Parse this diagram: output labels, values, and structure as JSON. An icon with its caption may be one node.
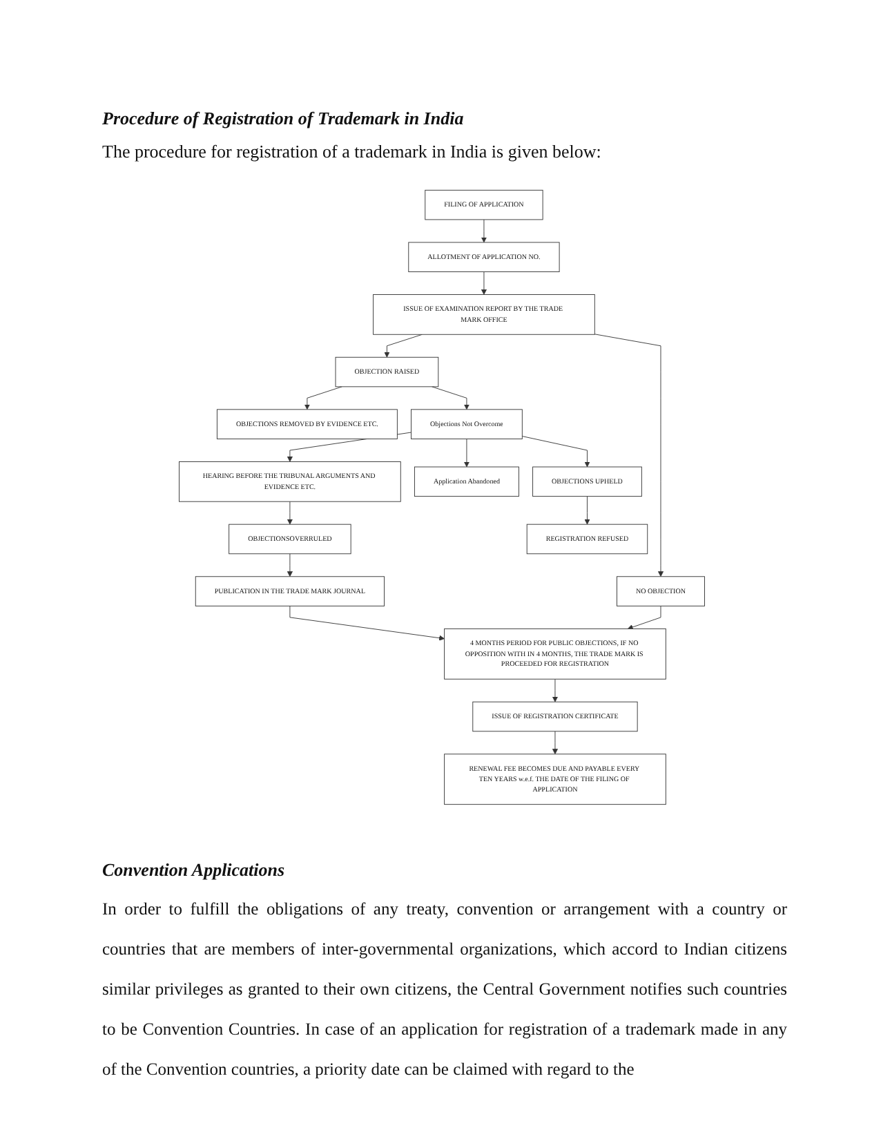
{
  "diagram": {
    "title": "Procedure of Registration of Trademark in India",
    "nodes": [
      {
        "text": [
          "FILING OF APPLICATION"
        ]
      },
      {
        "text": [
          "ALLOTMENT OF APPLICATION NO."
        ]
      },
      {
        "text": [
          "ISSUE OF EXAMINATION REPORT BY THE TRADE MARK OFFICE"
        ]
      },
      {
        "text": [
          "OBJECTION RAISED"
        ]
      },
      {
        "text": [
          "OBJECTIONS REMOVED BY EVIDENCE ETC."
        ]
      },
      {
        "text": [
          "NO OBJECTION"
        ]
      },
      {
        "text": [
          "HEARING BEFORE THE TRIBUNAL ARGUMENTS AND EVIDENCE ETC."
        ]
      },
      {
        "text": [
          "Objections Not Overcome"
        ]
      },
      {
        "text": [
          "Application Abandoned"
        ]
      },
      {
        "text": [
          "OBJECTIONSOVERRULED"
        ]
      },
      {
        "text": [
          "OBJECTIONS UPHELD"
        ]
      },
      {
        "text": [
          "PUBLICATION IN THE TRADE MARK JOURNAL"
        ]
      },
      {
        "text": [
          "REGISTRATION REFUSED"
        ]
      },
      {
        "text": [
          "4 MONTHS PERIOD FOR PUBLIC OBJECTIONS, IF NO OPPOSITION WITH IN 4 MONTHS, THE TRADE MARK IS PROCEEDED FOR REGISTRATION"
        ]
      },
      {
        "text": [
          "ISSUE OF REGISTRATION CERTIFICATE"
        ]
      },
      {
        "text": [
          "RENEWAL FEE BECOMES DUE AND PAYABLE EVERY TEN YEARS w.e.f. THE DATE OF THE FILING OF APPLICATION"
        ]
      }
    ],
    "edges": [
      {
        "from": 0,
        "to": 1,
        "arrow": "to"
      },
      {
        "from": 1,
        "to": 2,
        "arrow": "to"
      },
      {
        "from": 2,
        "to": 3,
        "arrow": "to"
      },
      {
        "from": 2,
        "to": 5,
        "arrow": "to"
      },
      {
        "from": 3,
        "to": 4,
        "arrow": "to"
      },
      {
        "from": 3,
        "to": 7,
        "arrow": "to"
      },
      {
        "from": 7,
        "to": 6,
        "arrow": "to"
      },
      {
        "from": 7,
        "to": 8,
        "arrow": "to"
      },
      {
        "from": 6,
        "to": 9,
        "arrow": "to"
      },
      {
        "from": 7,
        "to": 10,
        "arrow": "to"
      },
      {
        "from": 9,
        "to": 11,
        "arrow": "to"
      },
      {
        "from": 10,
        "to": 12,
        "arrow": "to"
      },
      {
        "from": 5,
        "to": 13,
        "arrow": "to"
      },
      {
        "from": 11,
        "to": 13,
        "arrow": "to"
      },
      {
        "from": 13,
        "to": 14,
        "arrow": "to"
      },
      {
        "from": 14,
        "to": 15,
        "arrow": "to"
      }
    ],
    "labels": [
      "The procedure for registration of a trademark in India is given below:",
      "Convention Applications",
      "In order to fulfill the obligations of any treaty, convention or arrangement with a country or countries that are members of inter-governmental organizations, which accord to Indian citizens similar privileges as granted to their own citizens, the Central Government notifies such countries to be Convention Countries. In case of an application for registration of a trademark made in any of the Convention countries, a priority date can be claimed with regard to the"
    ]
  }
}
